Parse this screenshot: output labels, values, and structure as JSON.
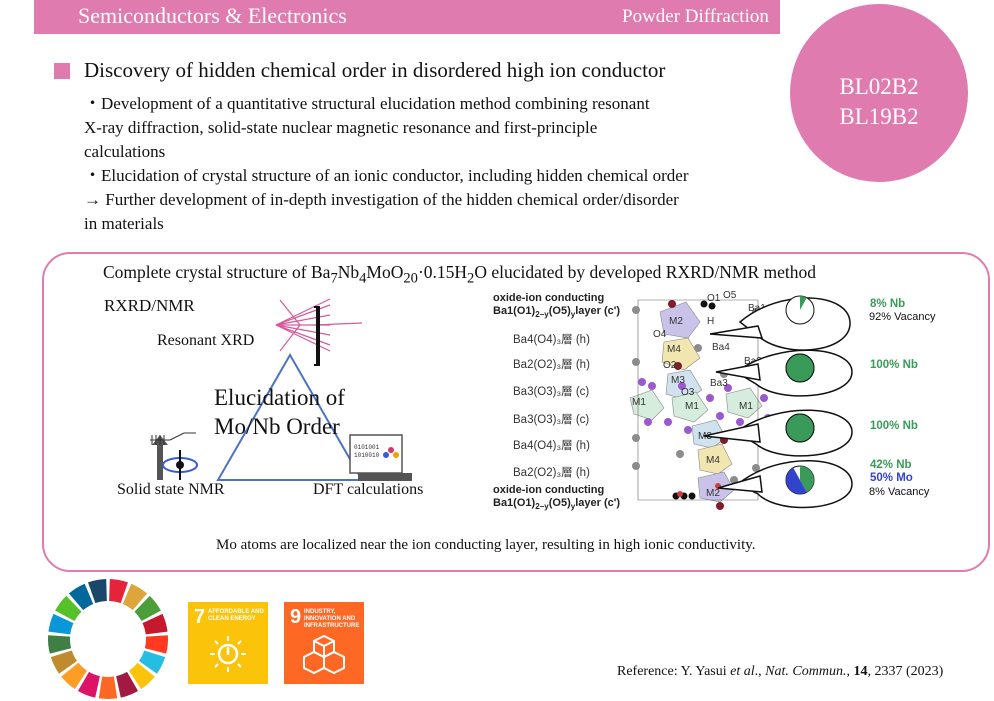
{
  "header": {
    "category": "Semiconductors & Electronics",
    "method": "Powder Diffraction"
  },
  "beamlines": [
    "BL02B2",
    "BL19B2"
  ],
  "title": "Discovery of hidden chemical order in disordered high ion conductor",
  "description_lines": [
    "・Development of a quantitative structural elucidation method combining resonant",
    " X-ray diffraction, solid-state nuclear magnetic resonance and first-principle",
    "calculations",
    "・Elucidation of crystal structure of an ionic conductor, including hidden chemical order",
    "→ Further development of in-depth investigation of the hidden chemical order/disorder",
    "in materials"
  ],
  "panel": {
    "title_pre": "Complete crystal structure of Ba",
    "title_sub1": "7",
    "title_mid1": "Nb",
    "title_sub2": "4",
    "title_mid2": "MoO",
    "title_sub3": "20",
    "title_mid3": "·0.15H",
    "title_sub4": "2",
    "title_post": "O elucidated by developed RXRD/NMR method",
    "method_label": "RXRD/NMR",
    "resonant_xrd": "Resonant XRD",
    "center_line1": "Elucidation of",
    "center_line2": "Mo/Nb Order",
    "solid_state_nmr": "Solid state NMR",
    "dft": "DFT calculations",
    "dft_bits": [
      "0101001",
      "1010010"
    ],
    "caption": "Mo atoms are localized near the ion conducting layer, resulting in high ionic conductivity."
  },
  "structure": {
    "top_layer": [
      "oxide-ion conducting",
      "Ba1(O1)",
      "2−y",
      "(O5)",
      "y",
      "layer (c')"
    ],
    "bottom_layer": [
      "oxide-ion conducting",
      "Ba1(O1)",
      "2−y",
      "(O5)",
      "y",
      "layer (c')"
    ],
    "layers": [
      "Ba4(O4)₃層 (h)",
      "Ba2(O2)₃層 (h)",
      "Ba3(O3)₃層 (c)",
      "Ba3(O3)₃層 (c)",
      "Ba4(O4)₃層 (h)",
      "Ba2(O2)₃層 (h)"
    ],
    "site_labels": [
      "O1",
      "O5",
      "Ba1",
      "M2",
      "H",
      "O4",
      "M4",
      "Ba4",
      "O2",
      "Ba2",
      "M3",
      "Ba3",
      "O3",
      "M1",
      "M1",
      "M1",
      "M3",
      "M4",
      "M2"
    ],
    "occupancies": [
      {
        "nb": "8% Nb",
        "other": "",
        "vacancy": "92% Vacancy",
        "nb_frac": 0.08,
        "mo_frac": 0.0
      },
      {
        "nb": "100% Nb",
        "other": "",
        "vacancy": "",
        "nb_frac": 1.0,
        "mo_frac": 0.0
      },
      {
        "nb": "100% Nb",
        "other": "",
        "vacancy": "",
        "nb_frac": 1.0,
        "mo_frac": 0.0
      },
      {
        "nb": "42% Nb",
        "other": "50% Mo",
        "vacancy": "8% Vacancy",
        "nb_frac": 0.42,
        "mo_frac": 0.5
      }
    ]
  },
  "sdg": [
    {
      "number": "7",
      "text": "AFFORDABLE AND CLEAN ENERGY",
      "color": "#fcc30b"
    },
    {
      "number": "9",
      "text": "INDUSTRY, INNOVATION AND INFRASTRUCTURE",
      "color": "#fd6925"
    }
  ],
  "sdg_wheel_colors": [
    "#e5243b",
    "#dda63a",
    "#4c9f38",
    "#c5192d",
    "#ff3a21",
    "#26bde2",
    "#fcc30b",
    "#a21942",
    "#fd6925",
    "#dd1367",
    "#fd9d24",
    "#bf8b2e",
    "#3f7e44",
    "#0a97d9",
    "#56c02b",
    "#00689d",
    "#19486a"
  ],
  "reference": {
    "pre": "Reference: Y. Yasui ",
    "etal": "et al",
    "mid": "., ",
    "journal": "Nat. Commun.",
    "sep": ", ",
    "volume": "14",
    "post": ", 2337 (2023)"
  },
  "colors": {
    "accent": "#e07bb0",
    "nb_green": "#3a9a5a",
    "mo_blue": "#3344cc"
  }
}
